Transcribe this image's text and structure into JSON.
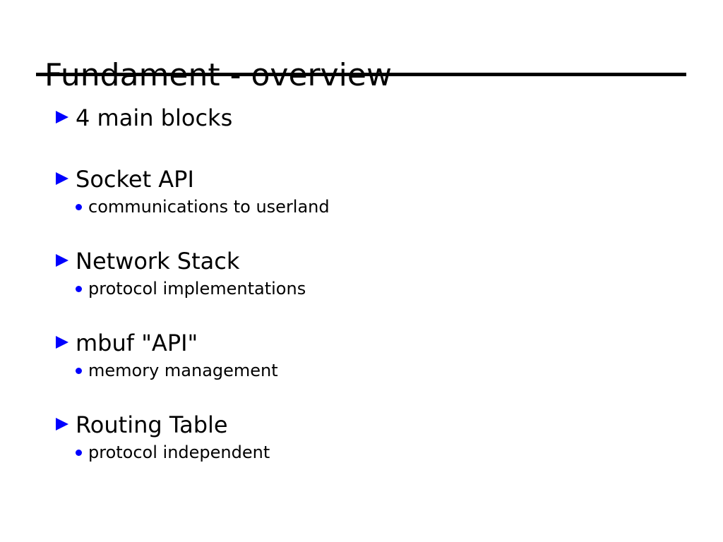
{
  "slide": {
    "title": "Fundament - overview",
    "background_color": "#ffffff",
    "text_color": "#000000",
    "accent_color": "#0000ff",
    "rule_color": "#000000",
    "markers": {
      "level1": "blue-triangle-bullet-icon",
      "level2": "blue-dot-bullet-icon"
    },
    "groups": [
      {
        "heading": "4 main blocks",
        "subitems": []
      },
      {
        "heading": "Socket API",
        "subitems": [
          "communications to userland"
        ]
      },
      {
        "heading": "Network Stack",
        "subitems": [
          "protocol implementations"
        ]
      },
      {
        "heading": "mbuf \"API\"",
        "subitems": [
          "memory management"
        ]
      },
      {
        "heading": "Routing Table",
        "subitems": [
          "protocol independent"
        ]
      }
    ]
  }
}
